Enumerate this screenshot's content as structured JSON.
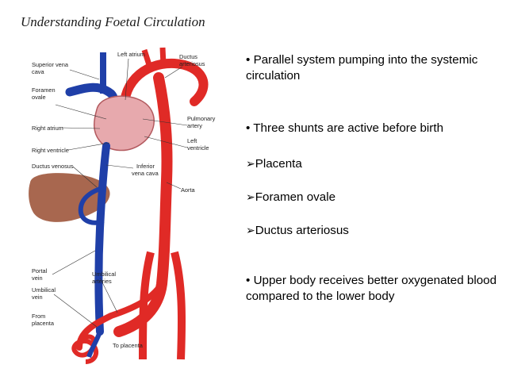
{
  "title": "Understanding Foetal Circulation",
  "bullets": [
    {
      "marker": "•",
      "text": "Parallel system pumping into the systemic circulation"
    },
    {
      "marker": "•",
      "text": "Three shunts are active before birth"
    },
    {
      "marker": "➢",
      "text": "Placenta"
    },
    {
      "marker": "➢",
      "text": "Foramen ovale"
    },
    {
      "marker": "➢",
      "text": "Ductus arteriosus"
    },
    {
      "marker": "•",
      "text": "Upper body receives better oxygenated  blood compared to the lower body"
    }
  ],
  "diagram": {
    "labels": {
      "superior_vena_cava": [
        "Superior vena",
        "cava"
      ],
      "left_atrium": "Left atrium",
      "ductus_arteriosus": [
        "Ductus",
        "arteriosus"
      ],
      "foramen_ovale": [
        "Foramen",
        "ovale"
      ],
      "pulmonary_artery": [
        "Pulmonary",
        "artery"
      ],
      "right_atrium": "Right atrium",
      "left_ventricle": [
        "Left",
        "ventricle"
      ],
      "right_ventricle": "Right ventricle",
      "ductus_venosus": "Ductus venosus",
      "inferior_vena_cava": [
        "Inferior",
        "vena cava"
      ],
      "aorta": "Aorta",
      "portal_vein": [
        "Portal",
        "vein"
      ],
      "umbilical_arteries": [
        "Umbilical",
        "arteries"
      ],
      "umbilical_vein": [
        "Umbilical",
        "vein"
      ],
      "from_placenta": [
        "From",
        "placenta"
      ],
      "to_placenta": "To placenta"
    },
    "colors": {
      "artery": "#e02a26",
      "vein": "#1f3fa8",
      "liver": "#a8674f",
      "heart": "#e7a9ad"
    }
  }
}
